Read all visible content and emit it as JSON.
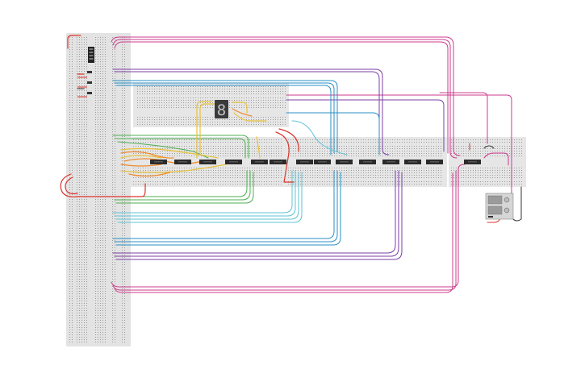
{
  "canvas": {
    "background": "#ffffff"
  },
  "breadboards": [
    {
      "id": "vertical-main-board",
      "color": "#e3e3e3",
      "hole_color": "#8a8a8a",
      "orientation": "vertical"
    },
    {
      "id": "top-display-board",
      "color": "#e6e6e6",
      "hole_color": "#8a8a8a",
      "orientation": "horizontal"
    },
    {
      "id": "chip-row-board-left",
      "color": "#e6e6e6",
      "hole_color": "#8a8a8a",
      "orientation": "horizontal"
    },
    {
      "id": "chip-row-board-middle",
      "color": "#e6e6e6",
      "hole_color": "#8a8a8a",
      "orientation": "horizontal"
    },
    {
      "id": "chip-row-board-right",
      "color": "#e6e6e6",
      "hole_color": "#8a8a8a",
      "orientation": "horizontal"
    }
  ],
  "chip_row": {
    "count": 14,
    "chip_color": "#2b2b2b"
  },
  "components": {
    "seven_segment_display": {
      "glyph": "8",
      "body_color": "#3a3a3a",
      "segment_color": "#bfbfbf"
    },
    "dip_switch": {
      "body_color": "#222222"
    },
    "power_supply": {
      "body_color": "#d6d6d6",
      "panel_color": "#9a9a9a"
    }
  },
  "wire_colors": {
    "magenta": "#cc3b8e",
    "purple": "#7b3fa6",
    "blue": "#2a8fc6",
    "cyan": "#5fc3d6",
    "green": "#4caf50",
    "yellow": "#e8c23a",
    "orange": "#ef8a2a",
    "red": "#d9342b",
    "dark": "#333333"
  }
}
